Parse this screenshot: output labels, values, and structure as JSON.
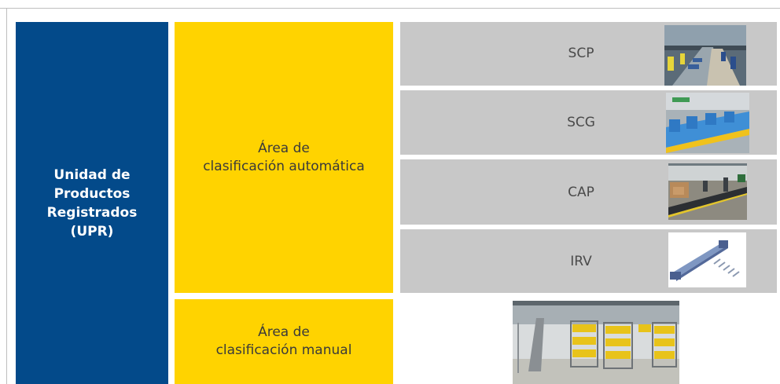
{
  "unit": {
    "label": "Unidad de\nProductos\nRegistrados\n(UPR)"
  },
  "areas": [
    {
      "label": "Área de\nclasificación automática"
    },
    {
      "label": "Área de\nclasificación manual"
    }
  ],
  "systems": [
    {
      "label": "SCP",
      "image": "conveyor-sorting-line-photo"
    },
    {
      "label": "SCG",
      "image": "blue-sorter-machine-photo"
    },
    {
      "label": "CAP",
      "image": "warehouse-conveyor-photo"
    },
    {
      "label": "IRV",
      "image": "sorter-diagram-illustration"
    }
  ],
  "manual_image": "manual-sorting-carts-photo",
  "colors": {
    "unit_bg": "#034a8a",
    "area_bg": "#ffd300",
    "system_bg": "#c8c8c8"
  }
}
